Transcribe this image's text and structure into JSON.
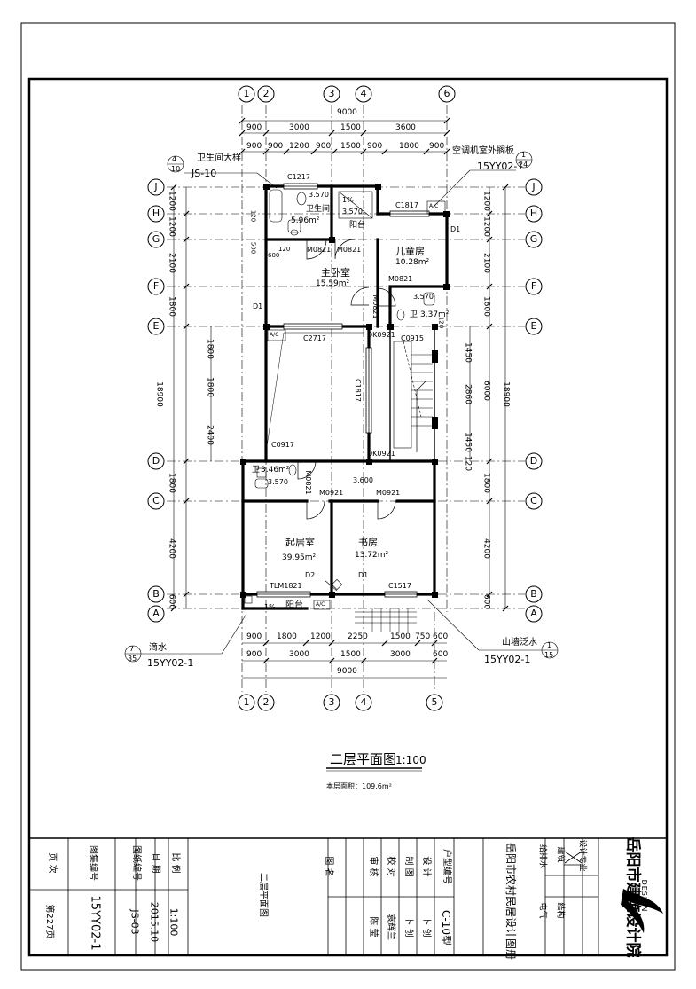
{
  "drawing": {
    "title": "二层平面图",
    "scale": "1:100",
    "area_label": "本层面积：109.6m²",
    "grid_top": [
      "1",
      "2",
      "3",
      "4",
      "6"
    ],
    "grid_bottom": [
      "1",
      "2",
      "3",
      "4",
      "5"
    ],
    "grid_rows": [
      "J",
      "H",
      "G",
      "F",
      "E",
      "D",
      "C",
      "B",
      "A"
    ],
    "dims_top_total": "9000",
    "dims_top_row1": [
      "900",
      "3000",
      "1500",
      "3600"
    ],
    "dims_top_row2": [
      "900",
      "900",
      "1200",
      "900",
      "1500",
      "900",
      "1800",
      "900"
    ],
    "dims_bottom_row1": [
      "900",
      "1800",
      "1200",
      "2250",
      "1500",
      "750",
      "600"
    ],
    "dims_bottom_row2": [
      "900",
      "3000",
      "1500",
      "3000",
      "600"
    ],
    "dims_bottom_total": "9000",
    "dims_left_outer": [
      "1200",
      "1200",
      "2100",
      "1800",
      "1800",
      "4200",
      "600"
    ],
    "dims_left_total": "18900",
    "dims_left_inner": [
      "1800",
      "1800",
      "2400"
    ],
    "dims_right_inner": [
      "1450",
      "2860",
      "1450",
      "120"
    ],
    "dims_right_outer": [
      "1200",
      "1200",
      "2100",
      "1800",
      "1800",
      "4200",
      "600"
    ],
    "dims_right_mid": "6000",
    "dims_right_total": "18900",
    "rooms": [
      {
        "name": "卫生间",
        "area": "5.96m²"
      },
      {
        "name": "儿童房",
        "area": "10.28m²"
      },
      {
        "name": "主卧室",
        "area": "15.59m²"
      },
      {
        "name": "卫",
        "area": "3.37m²"
      },
      {
        "name": "卫",
        "area": "3.46m²"
      },
      {
        "name": "起居室",
        "area": "39.95m²"
      },
      {
        "name": "书房",
        "area": "13.72m²"
      },
      {
        "name": "阳台",
        "area": ""
      },
      {
        "name": "阳台",
        "area": ""
      }
    ],
    "labels": {
      "c1217": "C1217",
      "c1817a": "C1817",
      "d1a": "D1",
      "m0821a": "M0821",
      "m0821b": "M0821",
      "m0821c": "M0821",
      "m0821d": "M0821",
      "d1b": "D1",
      "c2717": "C2717",
      "dk0921a": "DK0921",
      "c0915": "C0915",
      "c1817b": "C1817",
      "c0917": "C0917",
      "dk0921b": "DK0921",
      "m0821e": "M0821",
      "m0921a": "M0921",
      "m0921b": "M0921",
      "level": "3.600",
      "tlm1821": "TLM1821",
      "d2": "D2",
      "d1c": "D1",
      "c1517": "C1517",
      "ac": "A/C",
      "e3570a": "3.570",
      "e3570b": "3.570",
      "e3570c": "3.570",
      "e3570d": "3.570",
      "slope1": "1%",
      "slope2": "1%",
      "d120a": "120",
      "d120b": "120",
      "d120c": "120",
      "d600": "600",
      "d500": "500"
    },
    "callouts": {
      "wc_detail": "卫生间大样",
      "wc_ref": "JS-10",
      "wc_num": "4",
      "wc_sheet": "10",
      "ac_board": "空调机室外搁板",
      "ac_ref": "15YY02-1",
      "ac_num": "1",
      "ac_sheet": "24",
      "drip": "滴水",
      "drip_ref": "15YY02-1",
      "drip_num": "7",
      "drip_sheet": "35",
      "flash": "山墙泛水",
      "flash_ref": "15YY02-1",
      "flash_num": "1",
      "flash_sheet": "15"
    }
  },
  "title_block": {
    "institute": "岳阳市建筑设计院",
    "logo_text": "DESIGN",
    "collection": "岳阳市农村民居设计图册",
    "type_label": "户型编号",
    "type_value": "C-10型",
    "disciplines": [
      "设计专业",
      "建筑",
      "结构",
      "给排水",
      "电气"
    ],
    "roles": [
      "设 计",
      "制 图",
      "校 对",
      "审 核"
    ],
    "names": [
      "卜 创",
      "卜 创",
      "袁辉兰",
      "陈 莹"
    ],
    "drawing_name_label": "图 名",
    "drawing_name": "二层平面图",
    "meta_labels": [
      "比 例",
      "日 期",
      "图纸编号",
      "图集编号"
    ],
    "meta_values": [
      "1:100",
      "2015.10",
      "JS-03",
      "15YY02-1"
    ],
    "page_label": "页 次",
    "page_value": "第227页"
  }
}
